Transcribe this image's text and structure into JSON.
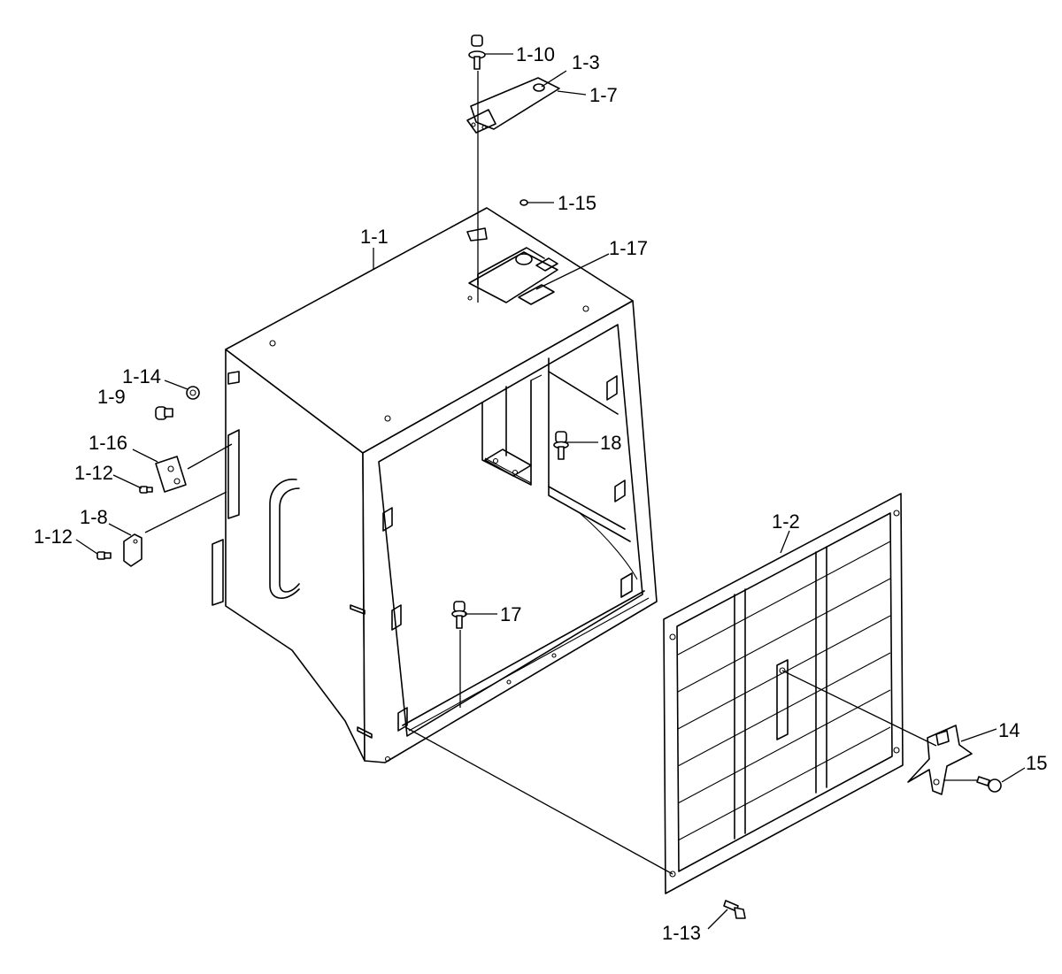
{
  "callouts": {
    "c_1_10": "1-10",
    "c_1_3": "1-3",
    "c_1_7": "1-7",
    "c_1_15": "1-15",
    "c_1_1": "1-1",
    "c_1_17": "1-17",
    "c_1_14": "1-14",
    "c_1_9": "1-9",
    "c_1_16": "1-16",
    "c_1_12a": "1-12",
    "c_18": "18",
    "c_1_8": "1-8",
    "c_1_12b": "1-12",
    "c_1_2": "1-2",
    "c_17": "17",
    "c_14": "14",
    "c_15": "15",
    "c_1_13": "1-13"
  }
}
